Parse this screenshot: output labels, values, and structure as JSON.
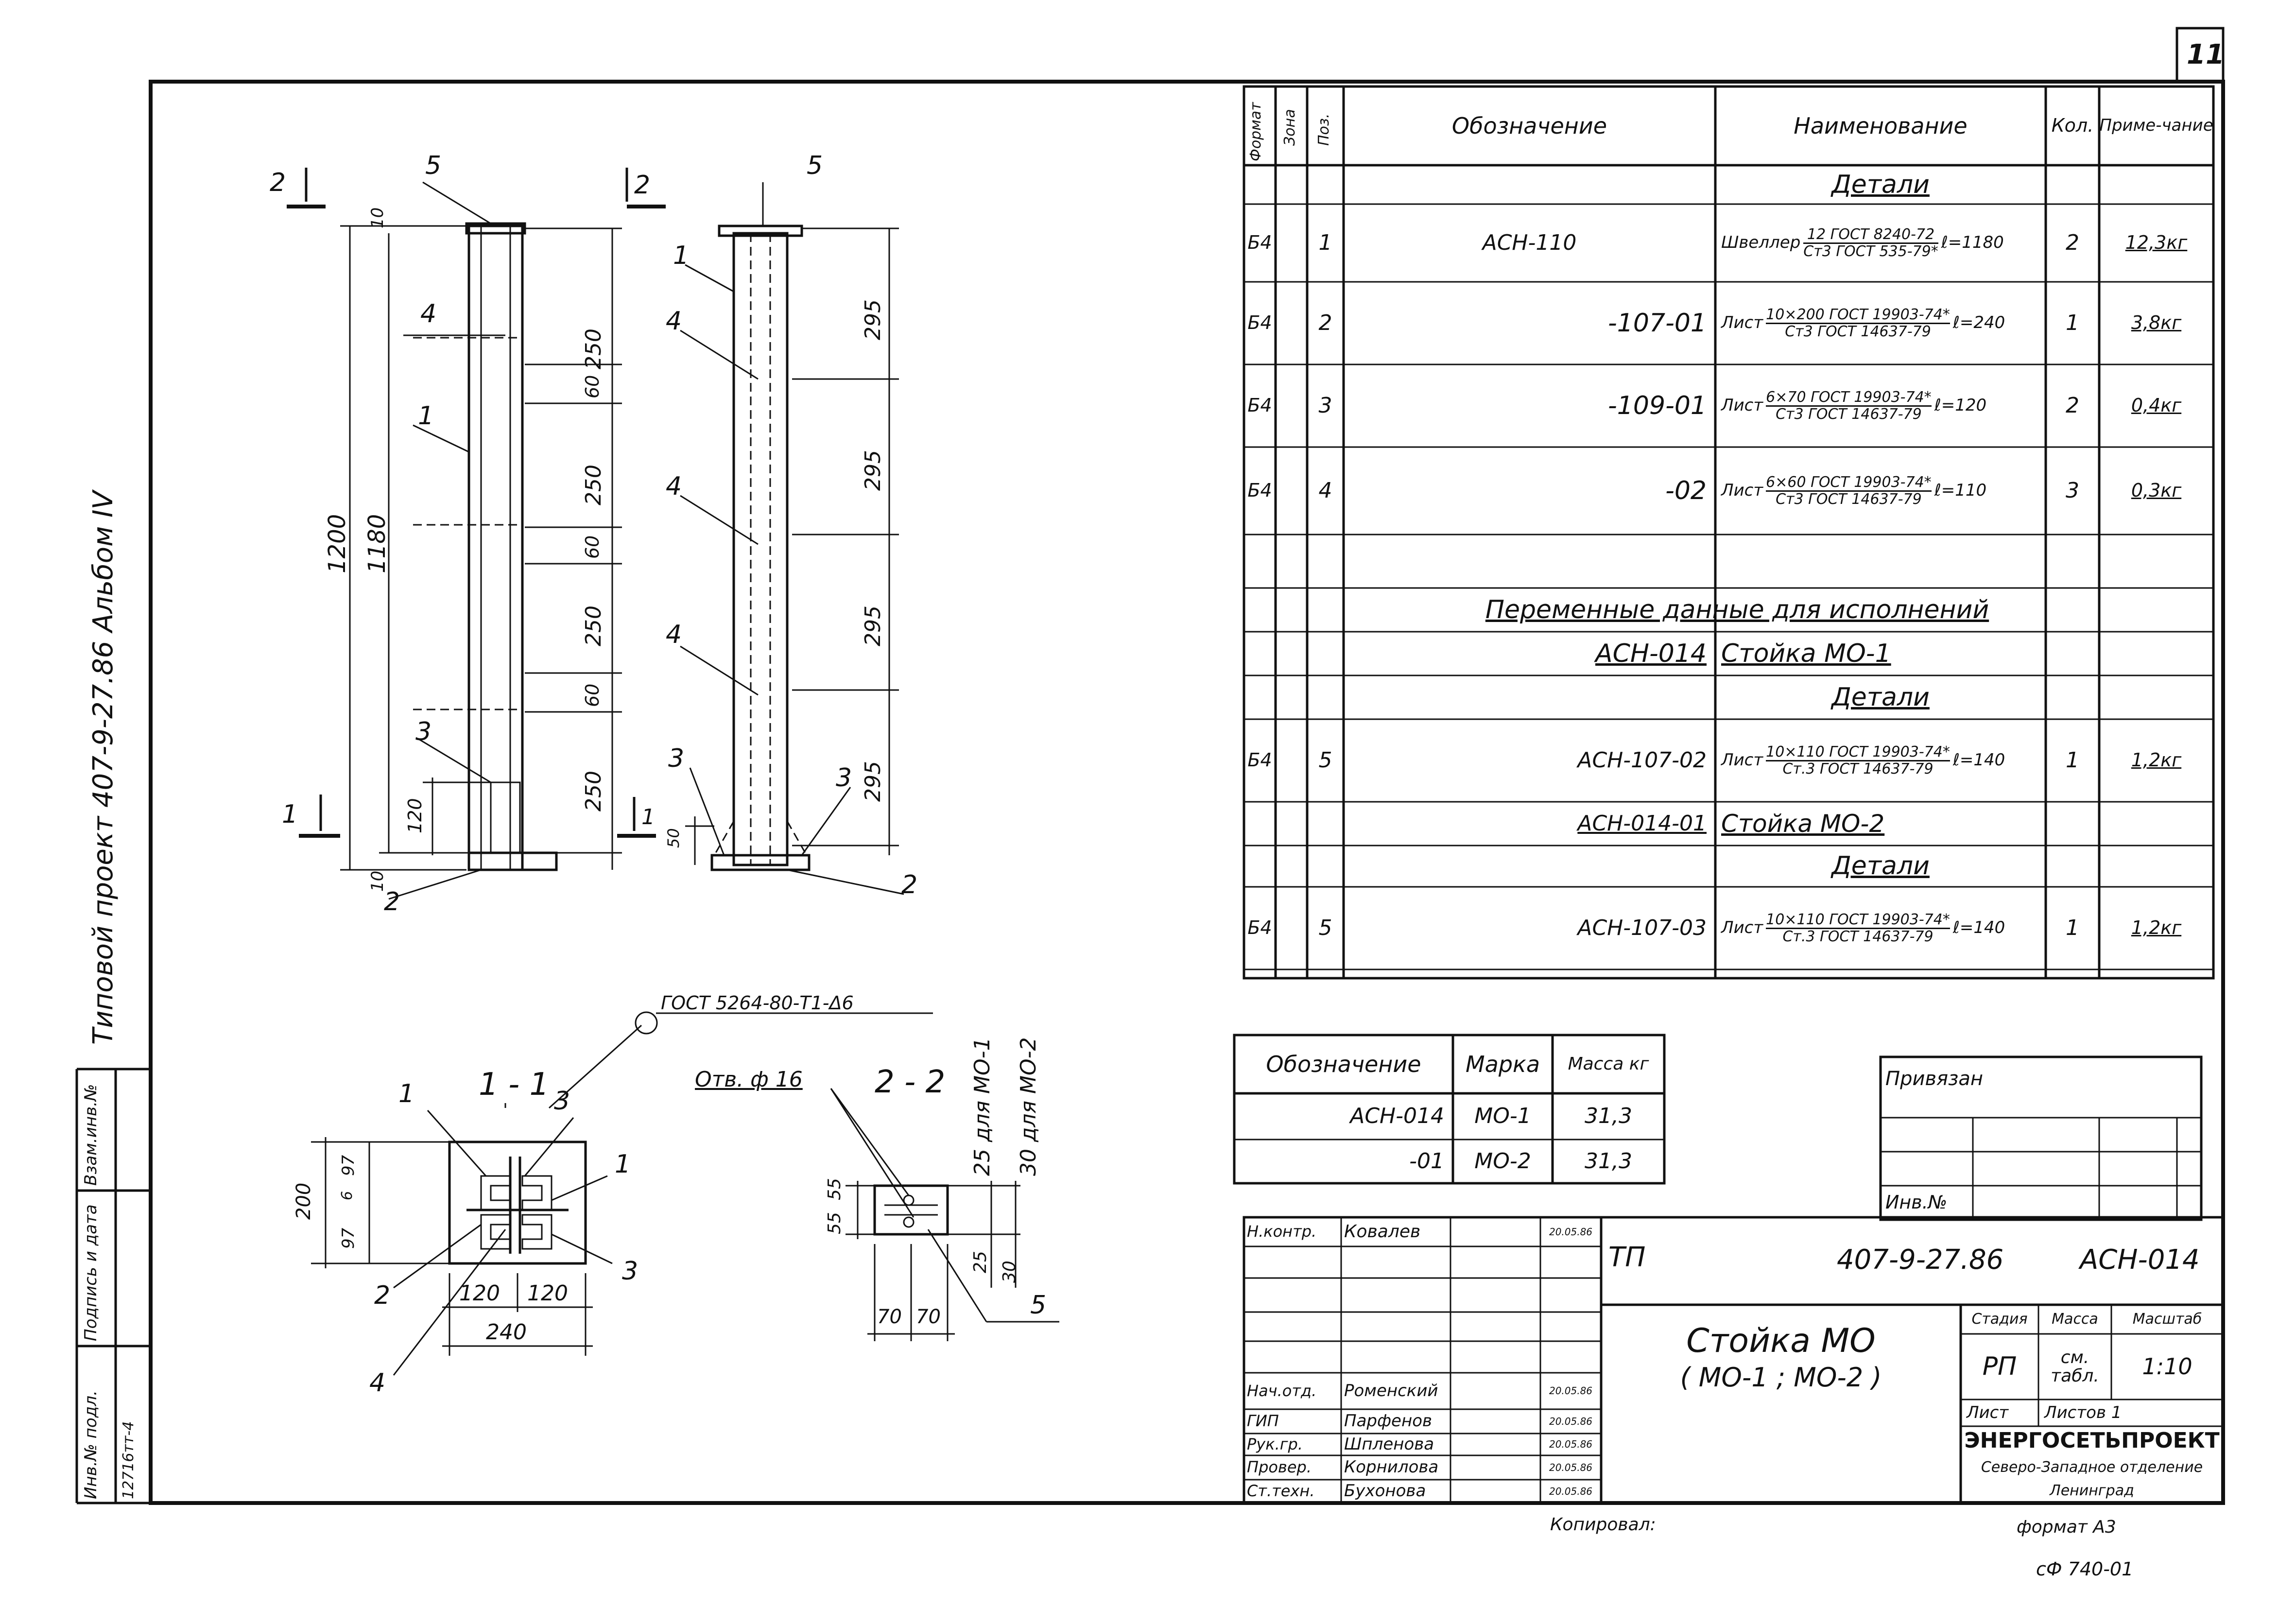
{
  "sheet": {
    "corner_number": "11",
    "side_label": "Типовой проект  407-9-27.86  Альбом IV",
    "side_stamp": [
      "Инв.№ подл.",
      "Подпись и дата",
      "Взам.инв.№"
    ],
    "side_stamp_value": "12716тт-4",
    "copied_by": "Копировал:",
    "format": "формат А3",
    "bottom_code": "сФ 740-01"
  },
  "spec": {
    "headers": [
      "Формат",
      "Зона",
      "Поз.",
      "Обозначение",
      "Наименование",
      "Кол.",
      "Приме-чание"
    ],
    "sections": {
      "details1": "Детали",
      "variable": "Переменные данные для исполнений",
      "details2": "Детали",
      "details3": "Детали"
    },
    "rows": [
      {
        "fmt": "Б4",
        "pos": "1",
        "designation": "АСН-110",
        "name_pre": "Швеллер",
        "name_top": "12 ГОСТ 8240-72",
        "name_bot": "Ст3 ГОСТ 535-79*",
        "name_post": "ℓ=1180",
        "qty": "2",
        "note": "12,3кг"
      },
      {
        "fmt": "Б4",
        "pos": "2",
        "designation": "-107-01",
        "name_pre": "Лист",
        "name_top": "10×200 ГОСТ 19903-74*",
        "name_bot": "Ст3 ГОСТ 14637-79",
        "name_post": "ℓ=240",
        "qty": "1",
        "note": "3,8кг"
      },
      {
        "fmt": "Б4",
        "pos": "3",
        "designation": "-109-01",
        "name_pre": "Лист",
        "name_top": "6×70 ГОСТ 19903-74*",
        "name_bot": "Ст3 ГОСТ 14637-79",
        "name_post": "ℓ=120",
        "qty": "2",
        "note": "0,4кг"
      },
      {
        "fmt": "Б4",
        "pos": "4",
        "designation": "-02",
        "name_pre": "Лист",
        "name_top": "6×60 ГОСТ 19903-74*",
        "name_bot": "Ст3 ГОСТ 14637-79",
        "name_post": "ℓ=110",
        "qty": "3",
        "note": "0,3кг"
      }
    ],
    "var1": {
      "designation": "АСН-014",
      "name": "Стойка МО-1"
    },
    "row5a": {
      "fmt": "Б4",
      "pos": "5",
      "designation": "АСН-107-02",
      "name_pre": "Лист",
      "name_top": "10×110 ГОСТ 19903-74*",
      "name_bot": "Ст.3 ГОСТ 14637-79",
      "name_post": "ℓ=140",
      "qty": "1",
      "note": "1,2кг"
    },
    "var2": {
      "designation": "АСН-014-01",
      "name": "Стойка МО-2"
    },
    "row5b": {
      "fmt": "Б4",
      "pos": "5",
      "designation": "АСН-107-03",
      "name_pre": "Лист",
      "name_top": "10×110 ГОСТ 19903-74*",
      "name_bot": "Ст.3 ГОСТ 14637-79",
      "name_post": "ℓ=140",
      "qty": "1",
      "note": "1,2кг"
    }
  },
  "mass_table": {
    "headers": [
      "Обозначение",
      "Марка",
      "Масса кг"
    ],
    "rows": [
      {
        "designation": "АСН-014",
        "mark": "МО-1",
        "mass": "31,3"
      },
      {
        "designation": "-01",
        "mark": "МО-2",
        "mass": "31,3"
      }
    ]
  },
  "tied": {
    "label": "Привязан",
    "inv": "Инв.№"
  },
  "title_block": {
    "tp": "ТП",
    "project": "407-9-27.86",
    "code": "АСН-014",
    "title": "Стойка МО",
    "subtitle": "( МО-1 ;  МО-2 )",
    "stage_h": "Стадия",
    "mass_h": "Масса",
    "scale_h": "Масштаб",
    "stage": "РП",
    "mass": "см. табл.",
    "scale": "1:10",
    "sheet_h": "Лист",
    "sheets_h": "Листов 1",
    "org1": "ЭНЕРГОСЕТЬПРОЕКТ",
    "org2": "Северо-Западное отделение",
    "org3": "Ленинград",
    "people": [
      {
        "role": "Н.контр.",
        "name": "Ковалев",
        "date": "20.05.86"
      },
      {
        "role": "Нач.отд.",
        "name": "Роменский",
        "date": "20.05.86"
      },
      {
        "role": "ГИП",
        "name": "Парфенов",
        "date": "20.05.86"
      },
      {
        "role": "Рук.гр.",
        "name": "Шпленова",
        "date": "20.05.86"
      },
      {
        "role": "Провер.",
        "name": "Корнилова",
        "date": "20.05.86"
      },
      {
        "role": "Ст.техн.",
        "name": "Бухонова",
        "date": "20.05.86"
      }
    ]
  },
  "drawing": {
    "section_marks": [
      "2",
      "2",
      "1",
      "1"
    ],
    "callouts": [
      "5",
      "5",
      "1",
      "1",
      "4",
      "4",
      "4",
      "4",
      "3",
      "3",
      "3",
      "2",
      "2"
    ],
    "dims_left": [
      "10",
      "250",
      "60",
      "250",
      "60",
      "250",
      "60",
      "250",
      "120",
      "10"
    ],
    "dims_overall": [
      "1200",
      "1180"
    ],
    "dims_right": [
      "295",
      "295",
      "295",
      "295",
      "50"
    ],
    "sec11": {
      "title": "1 - 1",
      "marks": [
        "1",
        "3",
        "1",
        "2",
        "3",
        "4"
      ],
      "dims": [
        "200",
        "97",
        "6",
        "97",
        "120",
        "120",
        "240"
      ]
    },
    "sec22": {
      "title": "2 - 2",
      "hole": "Отв. ф 16",
      "marks": [
        "5"
      ],
      "dims": [
        "55",
        "55",
        "70",
        "70",
        "25",
        "30"
      ],
      "notes": [
        "25 для МО-1",
        "30 для МО-2"
      ]
    },
    "weld": "ГОСТ 5264-80-Т1-Δ6"
  }
}
